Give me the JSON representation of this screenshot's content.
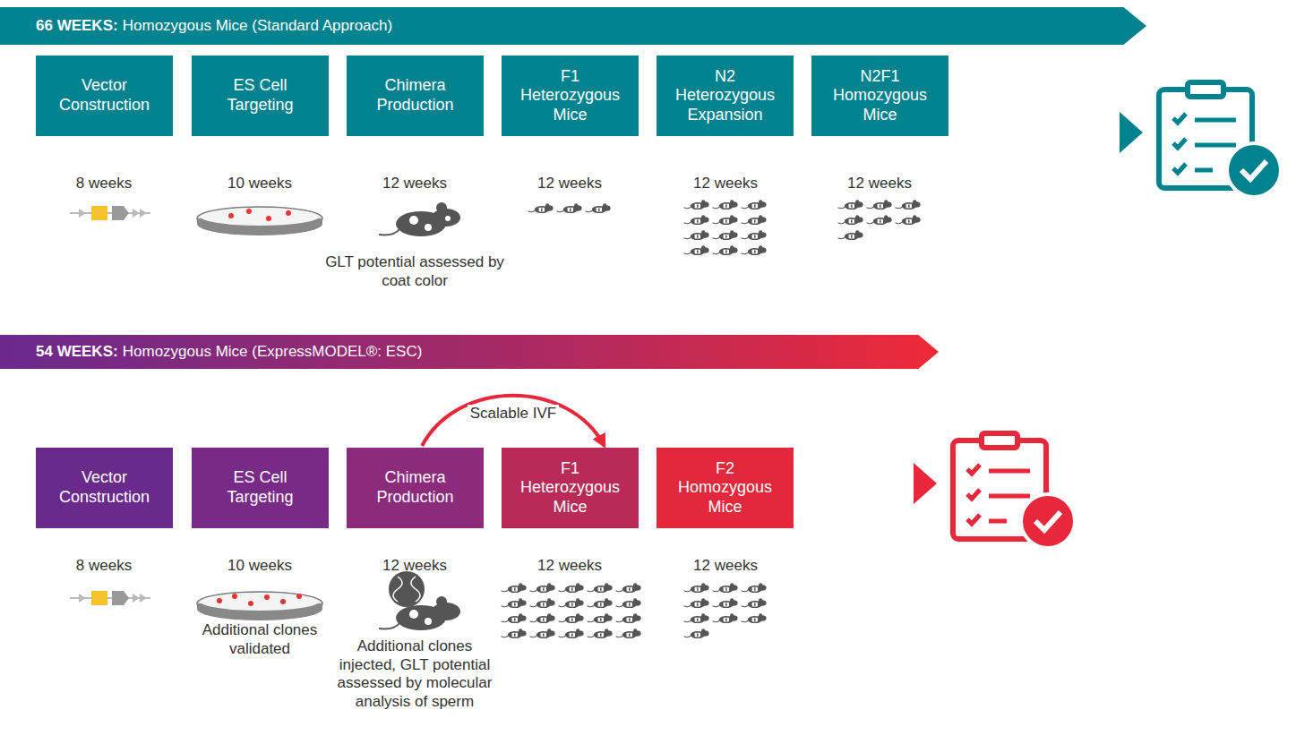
{
  "diagram": {
    "nodes": [
      {
        "text": [
          "66 WEEKS:",
          "Homozygous Mice (Standard Approach)"
        ]
      },
      {
        "text": [
          "Vector Construction"
        ]
      },
      {
        "text": [
          "ES Cell Targeting"
        ]
      },
      {
        "text": [
          "Chimera Production"
        ]
      },
      {
        "text": [
          "F1 Heterozygous Mice"
        ]
      },
      {
        "text": [
          "N2 Heterozygous Expansion"
        ]
      },
      {
        "text": [
          "N2F1 Homozygous Mice"
        ]
      },
      {
        "text": [
          "54 WEEKS:",
          "Homozygous Mice (ExpressMODEL®: ESC)"
        ]
      },
      {
        "text": [
          "Vector Construction"
        ]
      },
      {
        "text": [
          "ES Cell Targeting"
        ]
      },
      {
        "text": [
          "Chimera Production"
        ]
      },
      {
        "text": [
          "F1 Heterozygous Mice"
        ]
      },
      {
        "text": [
          "F2 Homozygous Mice"
        ]
      }
    ],
    "edges": [
      {
        "from": 10,
        "to": 11,
        "arrow": "to",
        "label": "Scalable IVF"
      }
    ],
    "labels": [
      "8 weeks",
      "10 weeks",
      "12 weeks",
      "GLT potential assessed by coat color",
      "12 weeks",
      "12 weeks",
      "12 weeks",
      "8 weeks",
      "10 weeks",
      "Additional clones validated",
      "12 weeks",
      "Additional clones injected, GLT potential assessed by molecular analysis of sperm",
      "12 weeks",
      "12 weeks"
    ]
  }
}
